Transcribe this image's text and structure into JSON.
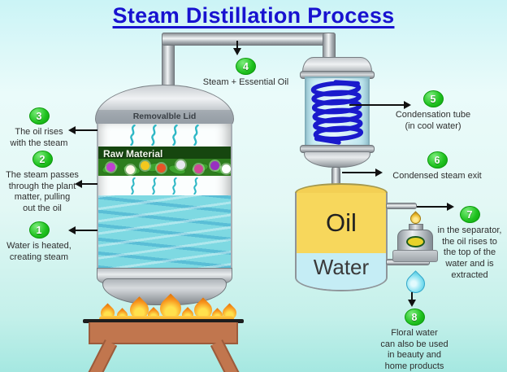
{
  "title": "Steam Distillation Process",
  "still": {
    "lid_label": "Removalble Lid",
    "raw_material_label": "Raw Material"
  },
  "separator": {
    "oil_label": "Oil",
    "water_label": "Water"
  },
  "steps": [
    {
      "number": "1",
      "text": "Water is heated,\ncreating steam"
    },
    {
      "number": "2",
      "text": "The steam passes\nthrough the plant\nmatter, pulling\nout the oil"
    },
    {
      "number": "3",
      "text": "The oil rises\nwith the steam"
    },
    {
      "number": "4",
      "text": "Steam + Essential Oil"
    },
    {
      "number": "5",
      "text": "Condensation tube\n(in cool water)"
    },
    {
      "number": "6",
      "text": "Condensed steam exit"
    },
    {
      "number": "7",
      "text": "in the separator,\nthe oil rises to\nthe top of the\nwater and is\nextracted"
    },
    {
      "number": "8",
      "text": "Floral water\ncan also be used\nin beauty and\nhome products"
    }
  ],
  "colors": {
    "badge-green": "#1FC21F",
    "title-blue": "#1812D0",
    "coil-blue": "#1A1ACC",
    "oil-yellow": "#F7D75C",
    "separator-water": "#C5EDF5",
    "flame-orange": "#F7941D",
    "stand-brown": "#C1764E",
    "steam-teal": "#2FB8C6",
    "still-water": "#7ED9E2",
    "raw-green": "#2E7D1E"
  }
}
